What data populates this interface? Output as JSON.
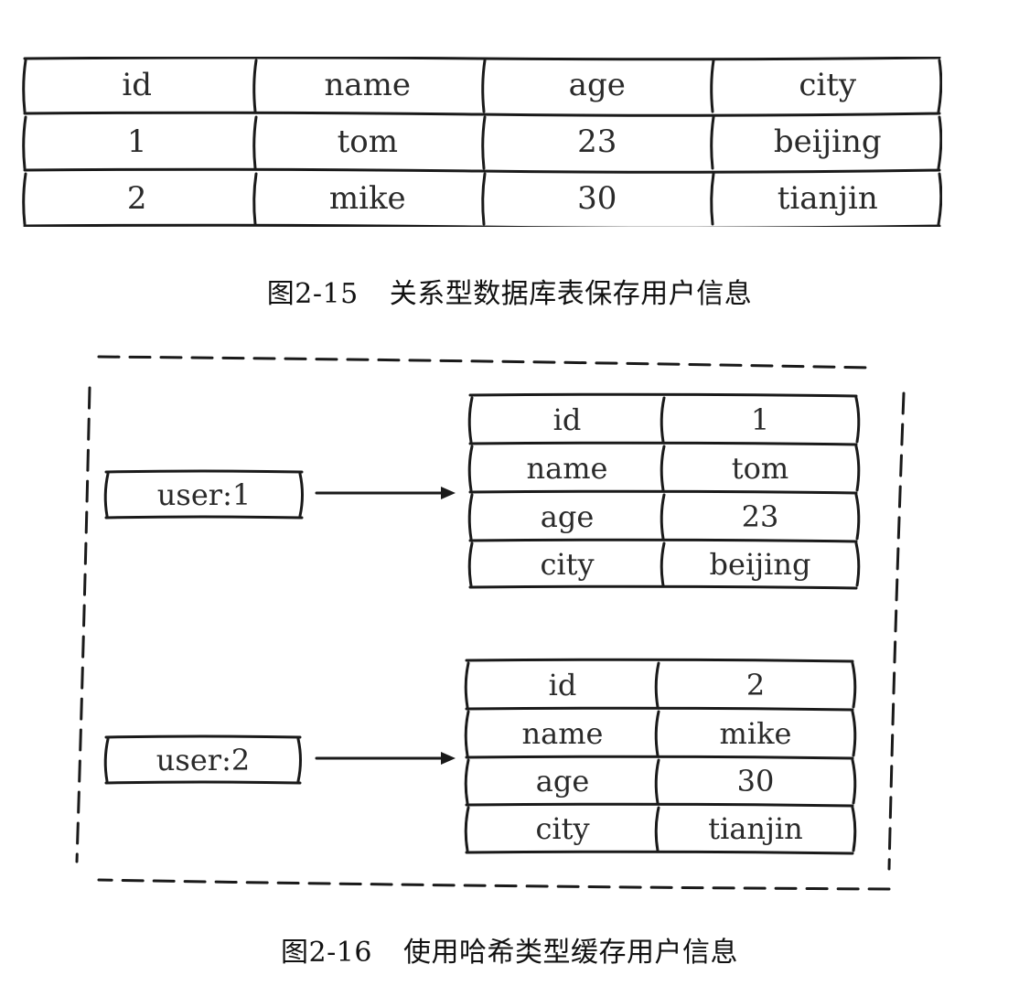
{
  "relational_table": {
    "headers": [
      "id",
      "name",
      "age",
      "city"
    ],
    "rows": [
      [
        "1",
        "tom",
        "23",
        "beijing"
      ],
      [
        "2",
        "mike",
        "30",
        "tianjin"
      ]
    ]
  },
  "caption_1": {
    "number": "图2-15",
    "text": "关系型数据库表保存用户信息"
  },
  "hash_entries": [
    {
      "key": "user:1",
      "fields": [
        {
          "field": "id",
          "value": "1"
        },
        {
          "field": "name",
          "value": "tom"
        },
        {
          "field": "age",
          "value": "23"
        },
        {
          "field": "city",
          "value": "beijing"
        }
      ]
    },
    {
      "key": "user:2",
      "fields": [
        {
          "field": "id",
          "value": "2"
        },
        {
          "field": "name",
          "value": "mike"
        },
        {
          "field": "age",
          "value": "30"
        },
        {
          "field": "city",
          "value": "tianjin"
        }
      ]
    }
  ],
  "caption_2": {
    "number": "图2-16",
    "text": "使用哈希类型缓存用户信息"
  }
}
